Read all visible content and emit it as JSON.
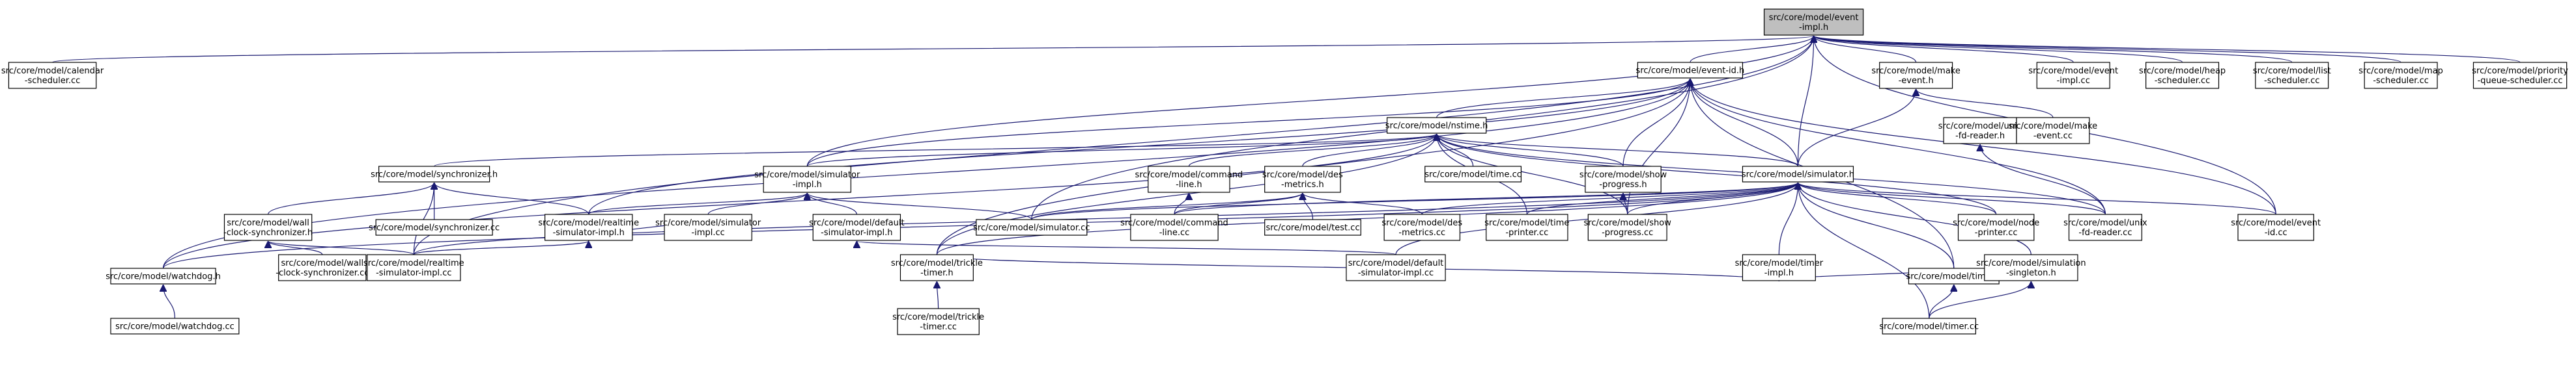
{
  "diagram": {
    "type": "include-dependency-graph",
    "nodes": [
      {
        "id": "event_impl_h",
        "lines": [
          "src/core/model/event",
          "-impl.h"
        ],
        "root": true
      },
      {
        "id": "calendar_cc",
        "lines": [
          "src/core/model/calendar",
          "-scheduler.cc"
        ]
      },
      {
        "id": "event_id_h",
        "lines": [
          "src/core/model/event-id.h"
        ]
      },
      {
        "id": "make_event_h",
        "lines": [
          "src/core/model/make",
          "-event.h"
        ]
      },
      {
        "id": "event_impl_cc",
        "lines": [
          "src/core/model/event",
          "-impl.cc"
        ]
      },
      {
        "id": "heap_cc",
        "lines": [
          "src/core/model/heap",
          "-scheduler.cc"
        ]
      },
      {
        "id": "list_cc",
        "lines": [
          "src/core/model/list",
          "-scheduler.cc"
        ]
      },
      {
        "id": "map_cc",
        "lines": [
          "src/core/model/map",
          "-scheduler.cc"
        ]
      },
      {
        "id": "pq_cc",
        "lines": [
          "src/core/model/priority",
          "-queue-scheduler.cc"
        ]
      },
      {
        "id": "nstime_h",
        "lines": [
          "src/core/model/nstime.h"
        ]
      },
      {
        "id": "unix_h",
        "lines": [
          "src/core/model/unix",
          "-fd-reader.h"
        ]
      },
      {
        "id": "make_event_cc",
        "lines": [
          "src/core/model/make",
          "-event.cc"
        ]
      },
      {
        "id": "sync_h",
        "lines": [
          "src/core/model/synchronizer.h"
        ]
      },
      {
        "id": "sim_impl_h",
        "lines": [
          "src/core/model/simulator",
          "-impl.h"
        ]
      },
      {
        "id": "cmdline_h",
        "lines": [
          "src/core/model/command",
          "-line.h"
        ]
      },
      {
        "id": "des_h",
        "lines": [
          "src/core/model/des",
          "-metrics.h"
        ]
      },
      {
        "id": "time_cc",
        "lines": [
          "src/core/model/time.cc"
        ]
      },
      {
        "id": "show_h",
        "lines": [
          "src/core/model/show",
          "-progress.h"
        ]
      },
      {
        "id": "simulator_h",
        "lines": [
          "src/core/model/simulator.h"
        ]
      },
      {
        "id": "wall_h",
        "lines": [
          "src/core/model/wall",
          "-clock-synchronizer.h"
        ]
      },
      {
        "id": "sync_cc",
        "lines": [
          "src/core/model/synchronizer.cc"
        ]
      },
      {
        "id": "rt_impl_h",
        "lines": [
          "src/core/model/realtime",
          "-simulator-impl.h"
        ]
      },
      {
        "id": "sim_impl_cc",
        "lines": [
          "src/core/model/simulator",
          "-impl.cc"
        ]
      },
      {
        "id": "default_h",
        "lines": [
          "src/core/model/default",
          "-simulator-impl.h"
        ]
      },
      {
        "id": "simulator_cc",
        "lines": [
          "src/core/model/simulator.cc"
        ]
      },
      {
        "id": "cmdline_cc",
        "lines": [
          "src/core/model/command",
          "-line.cc"
        ]
      },
      {
        "id": "test_cc",
        "lines": [
          "src/core/model/test.cc"
        ]
      },
      {
        "id": "des_cc",
        "lines": [
          "src/core/model/des",
          "-metrics.cc"
        ]
      },
      {
        "id": "tprinter_cc",
        "lines": [
          "src/core/model/time",
          "-printer.cc"
        ]
      },
      {
        "id": "show_cc",
        "lines": [
          "src/core/model/show",
          "-progress.cc"
        ]
      },
      {
        "id": "nodeprinter_cc",
        "lines": [
          "src/core/model/node",
          "-printer.cc"
        ]
      },
      {
        "id": "unix_cc",
        "lines": [
          "src/core/model/unix",
          "-fd-reader.cc"
        ]
      },
      {
        "id": "event_id_cc",
        "lines": [
          "src/core/model/event",
          "-id.cc"
        ]
      },
      {
        "id": "timer_impl_h",
        "lines": [
          "src/core/model/timer",
          "-impl.h"
        ]
      },
      {
        "id": "watchdog_h",
        "lines": [
          "src/core/model/watchdog.h"
        ]
      },
      {
        "id": "wall_cc",
        "lines": [
          "src/core/model/wall",
          "-clock-synchronizer.cc"
        ]
      },
      {
        "id": "rt_impl_cc",
        "lines": [
          "src/core/model/realtime",
          "-simulator-impl.cc"
        ]
      },
      {
        "id": "trickle_h",
        "lines": [
          "src/core/model/trickle",
          "-timer.h"
        ]
      },
      {
        "id": "default_cc",
        "lines": [
          "src/core/model/default",
          "-simulator-impl.cc"
        ]
      },
      {
        "id": "timer_h",
        "lines": [
          "src/core/model/timer.h"
        ]
      },
      {
        "id": "singleton_h",
        "lines": [
          "src/core/model/simulation",
          "-singleton.h"
        ]
      },
      {
        "id": "watchdog_cc",
        "lines": [
          "src/core/model/watchdog.cc"
        ]
      },
      {
        "id": "trickle_cc",
        "lines": [
          "src/core/model/trickle",
          "-timer.cc"
        ]
      },
      {
        "id": "timer_cc",
        "lines": [
          "src/core/model/timer.cc"
        ]
      }
    ],
    "edges": [
      [
        "calendar_cc",
        "event_impl_h"
      ],
      [
        "event_id_h",
        "event_impl_h"
      ],
      [
        "make_event_h",
        "event_impl_h"
      ],
      [
        "event_impl_cc",
        "event_impl_h"
      ],
      [
        "heap_cc",
        "event_impl_h"
      ],
      [
        "list_cc",
        "event_impl_h"
      ],
      [
        "map_cc",
        "event_impl_h"
      ],
      [
        "pq_cc",
        "event_impl_h"
      ],
      [
        "simulator_h",
        "event_impl_h"
      ],
      [
        "sim_impl_h",
        "event_impl_h"
      ],
      [
        "simulator_cc",
        "event_impl_h"
      ],
      [
        "rt_impl_cc",
        "event_impl_h"
      ],
      [
        "event_id_cc",
        "event_impl_h"
      ],
      [
        "nstime_h",
        "event_id_h"
      ],
      [
        "simulator_h",
        "event_id_h"
      ],
      [
        "show_h",
        "event_id_h"
      ],
      [
        "sim_impl_h",
        "event_id_h"
      ],
      [
        "rt_impl_h",
        "event_id_h"
      ],
      [
        "watchdog_h",
        "event_id_h"
      ],
      [
        "trickle_h",
        "event_id_h"
      ],
      [
        "timer_h",
        "event_id_h"
      ],
      [
        "unix_cc",
        "event_id_h"
      ],
      [
        "event_id_cc",
        "event_id_h"
      ],
      [
        "show_cc",
        "event_id_h"
      ],
      [
        "make_event_cc",
        "make_event_h"
      ],
      [
        "simulator_h",
        "make_event_h"
      ],
      [
        "sync_h",
        "nstime_h"
      ],
      [
        "sim_impl_h",
        "nstime_h"
      ],
      [
        "cmdline_h",
        "nstime_h"
      ],
      [
        "des_h",
        "nstime_h"
      ],
      [
        "time_cc",
        "nstime_h"
      ],
      [
        "show_h",
        "nstime_h"
      ],
      [
        "simulator_h",
        "nstime_h"
      ],
      [
        "watchdog_h",
        "nstime_h"
      ],
      [
        "trickle_h",
        "nstime_h"
      ],
      [
        "tprinter_cc",
        "nstime_h"
      ],
      [
        "show_cc",
        "nstime_h"
      ],
      [
        "unix_cc",
        "nstime_h"
      ],
      [
        "nodeprinter_cc",
        "nstime_h"
      ],
      [
        "unix_cc",
        "unix_h"
      ],
      [
        "wall_h",
        "sync_h"
      ],
      [
        "sync_cc",
        "sync_h"
      ],
      [
        "rt_impl_h",
        "sync_h"
      ],
      [
        "rt_impl_cc",
        "sync_h"
      ],
      [
        "rt_impl_h",
        "sim_impl_h"
      ],
      [
        "sim_impl_cc",
        "sim_impl_h"
      ],
      [
        "default_h",
        "sim_impl_h"
      ],
      [
        "simulator_cc",
        "sim_impl_h"
      ],
      [
        "cmdline_cc",
        "cmdline_h"
      ],
      [
        "simulator_cc",
        "des_h"
      ],
      [
        "cmdline_cc",
        "des_h"
      ],
      [
        "test_cc",
        "des_h"
      ],
      [
        "des_cc",
        "des_h"
      ],
      [
        "show_cc",
        "show_h"
      ],
      [
        "simulator_cc",
        "simulator_h"
      ],
      [
        "des_cc",
        "simulator_h"
      ],
      [
        "tprinter_cc",
        "simulator_h"
      ],
      [
        "show_cc",
        "simulator_h"
      ],
      [
        "nodeprinter_cc",
        "simulator_h"
      ],
      [
        "unix_cc",
        "simulator_h"
      ],
      [
        "event_id_cc",
        "simulator_h"
      ],
      [
        "timer_impl_h",
        "simulator_h"
      ],
      [
        "watchdog_h",
        "simulator_h"
      ],
      [
        "trickle_h",
        "simulator_h"
      ],
      [
        "default_cc",
        "simulator_h"
      ],
      [
        "timer_h",
        "simulator_h"
      ],
      [
        "singleton_h",
        "simulator_h"
      ],
      [
        "timer_cc",
        "simulator_h"
      ],
      [
        "rt_impl_cc",
        "simulator_h"
      ],
      [
        "cmdline_cc",
        "simulator_h"
      ],
      [
        "wall_cc",
        "wall_h"
      ],
      [
        "rt_impl_cc",
        "wall_h"
      ],
      [
        "rt_impl_cc",
        "rt_impl_h"
      ],
      [
        "sim_impl_cc",
        "rt_impl_h"
      ],
      [
        "default_cc",
        "default_h"
      ],
      [
        "timer_h",
        "timer_impl_h"
      ],
      [
        "trickle_h",
        "timer_impl_h"
      ],
      [
        "watchdog_cc",
        "watchdog_h"
      ],
      [
        "trickle_cc",
        "trickle_h"
      ],
      [
        "timer_cc",
        "timer_h"
      ],
      [
        "timer_cc",
        "singleton_h"
      ]
    ]
  }
}
